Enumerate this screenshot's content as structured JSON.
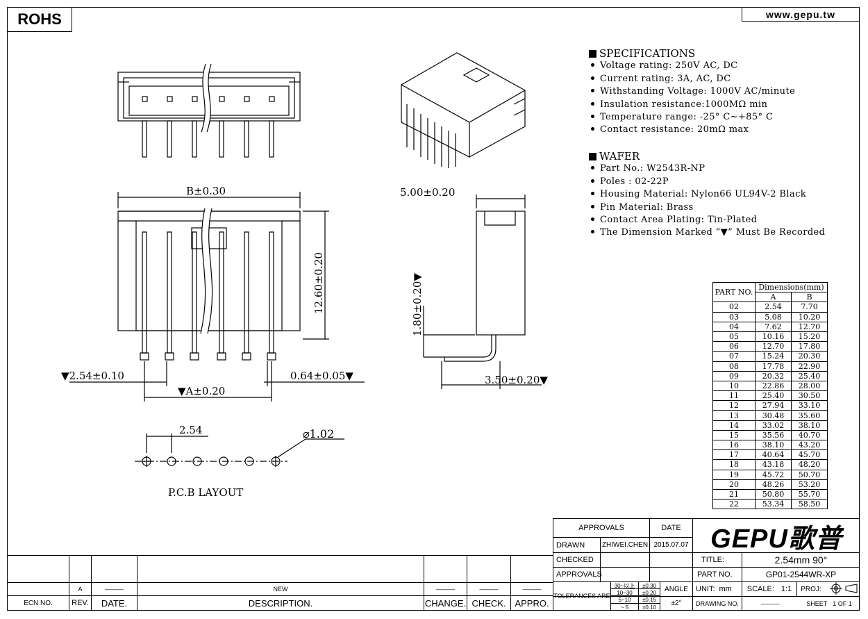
{
  "header": {
    "rohs": "ROHS",
    "website": "www.gepu.tw"
  },
  "specifications": {
    "heading": "SPECIFICATIONS",
    "items": [
      "Voltage rating: 250V AC, DC",
      "Current rating: 3A, AC, DC",
      "Withstanding Voltage: 1000V AC/minute",
      "Insulation resistance:1000MΩ min",
      "Temperature range: -25° C~+85° C",
      "Contact resistance: 20mΩ max"
    ]
  },
  "wafer": {
    "heading": "WAFER",
    "items": [
      "Part No.: W2543R-NP",
      "Poles : 02-22P",
      "Housing Material: Nylon66 UL94V-2 Black",
      "Pin Material: Brass",
      "Contact Area Plating: Tin-Plated",
      "The Dimension Marked “▼” Must Be Recorded"
    ]
  },
  "drawing_labels": {
    "b_dim": "B±0.30",
    "height_dim": "12.60±0.20",
    "pitch_dim": "▼2.54±0.10",
    "a_dim": "▼A±0.20",
    "pin_dim": "0.64±0.05▼",
    "depth_dim": "5.00±0.20",
    "pin_height_dim": "1.80±0.20▼",
    "lead_dim": "3.50±0.20▼",
    "pcb_pitch": "2.54",
    "pcb_hole": "⌀1.02",
    "pcb_title": "P.C.B   LAYOUT"
  },
  "dimension_table": {
    "header_part": "PART NO.",
    "header_dims": "Dimensions(mm)",
    "col_a": "A",
    "col_b": "B",
    "rows": [
      [
        "02",
        "2.54",
        "7.70"
      ],
      [
        "03",
        "5.08",
        "10.20"
      ],
      [
        "04",
        "7.62",
        "12.70"
      ],
      [
        "05",
        "10.16",
        "15.20"
      ],
      [
        "06",
        "12.70",
        "17.80"
      ],
      [
        "07",
        "15.24",
        "20.30"
      ],
      [
        "08",
        "17.78",
        "22.90"
      ],
      [
        "09",
        "20.32",
        "25.40"
      ],
      [
        "10",
        "22.86",
        "28.00"
      ],
      [
        "11",
        "25.40",
        "30.50"
      ],
      [
        "12",
        "27.94",
        "33.10"
      ],
      [
        "13",
        "30.48",
        "35.60"
      ],
      [
        "14",
        "33.02",
        "38.10"
      ],
      [
        "15",
        "35.56",
        "40.70"
      ],
      [
        "16",
        "38.10",
        "43.20"
      ],
      [
        "17",
        "40.64",
        "45.70"
      ],
      [
        "18",
        "43.18",
        "48.20"
      ],
      [
        "19",
        "45.72",
        "50.70"
      ],
      [
        "20",
        "48.26",
        "53.20"
      ],
      [
        "21",
        "50.80",
        "55.70"
      ],
      [
        "22",
        "53.34",
        "58.50"
      ]
    ]
  },
  "title_block": {
    "approvals_header": "APPROVALS",
    "date_header": "DATE",
    "drawn_label": "DRAWN",
    "drawn_name": "ZHIWEI.CHEN",
    "drawn_date": "2015.07.07",
    "checked_label": "CHECKED",
    "approvals_label": "APPROVALS",
    "logo": "GEPU歌普",
    "title_label": "TITLE:",
    "title_value": "2.54mm 90°",
    "part_no_label": "PART NO.",
    "part_no_value": "GP01-2544WR-XP",
    "tolerances_label": "TOLERANCES ARE",
    "tol_ranges": [
      "30~以上",
      "10~30",
      "5~10",
      "~ 5"
    ],
    "tol_values": [
      "±0.30",
      "±0.20",
      "±0.15",
      "±0.10"
    ],
    "angle_label": "ANGLE",
    "angle_value": "±2°",
    "unit_label": "UNIT:",
    "unit_value": "mm",
    "scale_label": "SCALE:",
    "scale_value": "1:1",
    "proj_label": "PROJ:",
    "drawing_no_label": "DRAWING NO.",
    "sheet_label": "SHEET",
    "sheet_value": "1 OF 1"
  },
  "revision_block": {
    "rev_value": "A",
    "desc_value": "NEW",
    "dash": "———",
    "ecn_label": "ECN NO.",
    "rev_label": "REV.",
    "date_label": "DATE.",
    "desc_label": "DESCRIPTION.",
    "change_label": "CHANGE.",
    "check_label": "CHECK.",
    "appro_label": "APPRO."
  }
}
